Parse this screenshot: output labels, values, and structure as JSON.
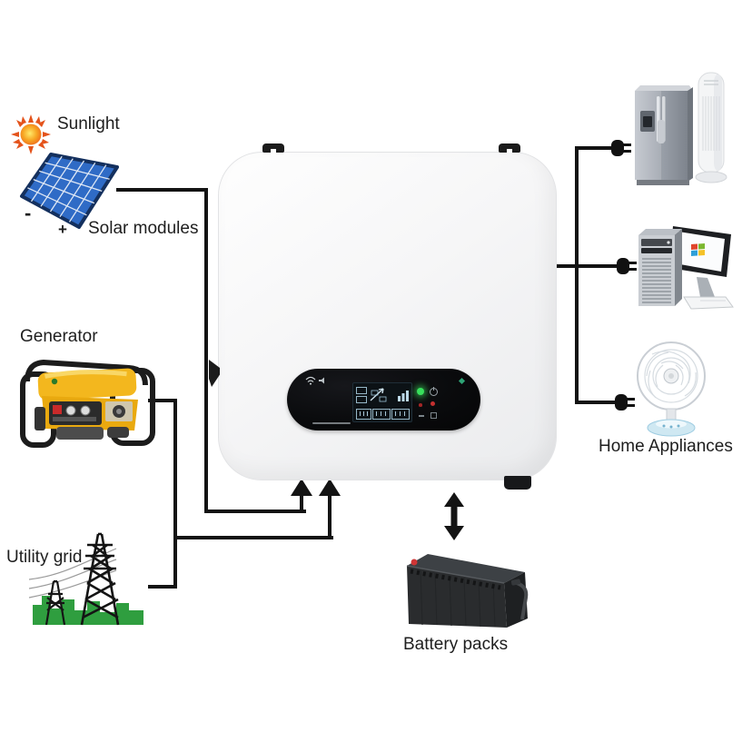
{
  "labels": {
    "sunlight": "Sunlight",
    "solar_modules": "Solar modules",
    "minus": "-",
    "plus": "+",
    "generator": "Generator",
    "utility_grid": "Utility grid",
    "battery_packs": "Battery packs",
    "home_appliances": "Home Appliances"
  },
  "nodes": [
    {
      "id": "sunlight",
      "label": "Sunlight",
      "icon": "sun-icon"
    },
    {
      "id": "solar-modules",
      "label": "Solar modules",
      "icon": "solar-panel-icon",
      "terminals": [
        "-",
        "+"
      ]
    },
    {
      "id": "generator",
      "label": "Generator",
      "icon": "generator-icon"
    },
    {
      "id": "utility-grid",
      "label": "Utility grid",
      "icon": "power-pylons-icon"
    },
    {
      "id": "inverter",
      "label": "",
      "icon": "wall-inverter-unit"
    },
    {
      "id": "battery-packs",
      "label": "Battery packs",
      "icon": "battery-box-icon"
    },
    {
      "id": "home-appliances",
      "label": "Home Appliances",
      "icons": [
        "refrigerator-icon",
        "air-conditioner-icon",
        "desktop-computer-icon",
        "table-fan-icon"
      ]
    }
  ],
  "connections": [
    {
      "from": "solar-modules",
      "to": "inverter",
      "style": "arrow-into-bottom"
    },
    {
      "from": "generator",
      "to": "inverter",
      "style": "arrow-into-bottom"
    },
    {
      "from": "utility-grid",
      "to": "inverter",
      "style": "arrow-into-bottom"
    },
    {
      "from": "inverter",
      "to": "battery-packs",
      "style": "double-arrow"
    },
    {
      "from": "inverter",
      "to": "refrigerator",
      "style": "plug"
    },
    {
      "from": "inverter",
      "to": "desktop-computer",
      "style": "plug"
    },
    {
      "from": "inverter",
      "to": "table-fan",
      "style": "plug"
    }
  ],
  "inverter_panel": {
    "icons": [
      "wifi-icon",
      "speaker-icon",
      "lcd-display",
      "power-icon",
      "menu-icon",
      "brand-mark"
    ],
    "indicators": [
      {
        "name": "run-led",
        "color": "#38e05c",
        "state": "on"
      },
      {
        "name": "alarm-led",
        "color": "#c53030",
        "state": "off"
      }
    ]
  },
  "colors": {
    "wire": "#131313",
    "solar_panel_cell": "#2f6bc6",
    "solar_panel_frame": "#14305e",
    "sun_core": "#ffd34d",
    "sun_rays": "#e4531b",
    "generator_body": "#f0b51c",
    "grid_silhouette": "#2f9e3f",
    "battery_body": "#2a2c2e",
    "fan_base": "#cfe8f2",
    "led_green": "#38e05c",
    "led_red": "#c53030"
  }
}
